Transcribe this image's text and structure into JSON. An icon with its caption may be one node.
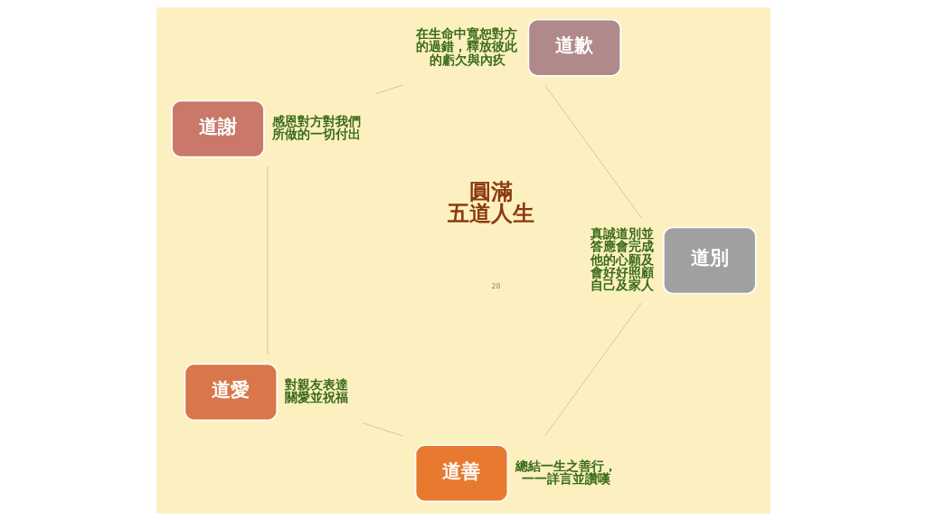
{
  "diagram": {
    "nodes": [
      {
        "text": [
          "道善"
        ],
        "beside": [
          "總結一生之善行，一一詳言並讚嘆"
        ]
      },
      {
        "text": [
          "道愛"
        ],
        "beside": [
          "對親友表達關愛並祝福"
        ]
      },
      {
        "text": [
          "道謝"
        ],
        "beside": [
          "感恩對方對我們所做的一切付出"
        ]
      },
      {
        "text": [
          "道歉"
        ],
        "beside": [
          "在生命中寬恕對方的過錯，釋放彼此的虧欠與內疚"
        ]
      },
      {
        "text": [
          "道別"
        ],
        "beside": [
          "真誠道別並答應會完成他的心願及會好好照顧自己及家人"
        ]
      }
    ],
    "edges": [
      {
        "from": 0,
        "to": 1,
        "arrow": "none"
      },
      {
        "from": 1,
        "to": 2,
        "arrow": "none"
      },
      {
        "from": 2,
        "to": 3,
        "arrow": "none"
      },
      {
        "from": 3,
        "to": 4,
        "arrow": "none"
      },
      {
        "from": 4,
        "to": 0,
        "arrow": "none"
      }
    ],
    "labels": [
      "圓滿五道人生",
      "28"
    ]
  }
}
